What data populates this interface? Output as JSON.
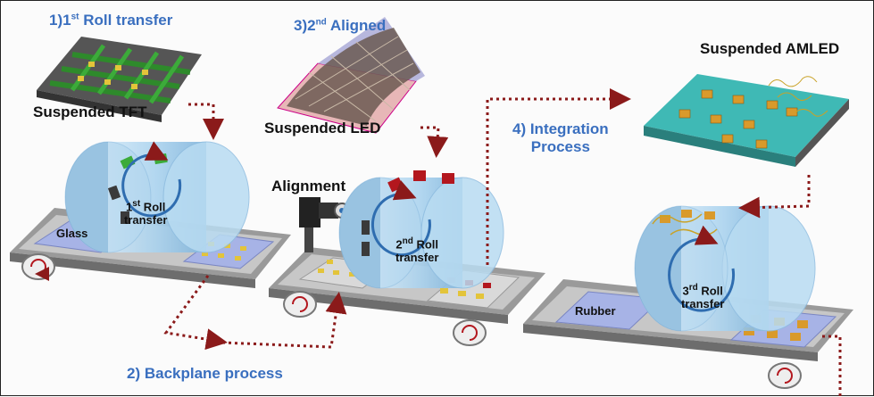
{
  "steps": {
    "s1": {
      "prefix": "1)1",
      "sup": "st",
      "rest": " Roll transfer"
    },
    "s2": "2) Backplane process",
    "s3": {
      "prefix": "3)2",
      "sup": "nd",
      "rest": "  Aligned"
    },
    "s4": {
      "line1": "4) Integration",
      "line2": "Process"
    }
  },
  "components": {
    "tft": "Suspended TFT",
    "led": "Suspended LED",
    "amled": "Suspended AMLED",
    "alignment": "Alignment"
  },
  "substrates": {
    "glass": "Glass",
    "rubber": "Rubber"
  },
  "rollers": {
    "r1": {
      "num": "1",
      "sup": "st",
      "word": " Roll",
      "line2": "transfer"
    },
    "r2": {
      "num": "2",
      "sup": "nd",
      "word": " Roll",
      "line2": "transfer"
    },
    "r3": {
      "num": "3",
      "sup": "rd",
      "word": " Roll",
      "line2": "transfer"
    }
  },
  "colors": {
    "step_text": "#3a6fbf",
    "arrow": "#8b1a1a",
    "roller": "#9cc9e8",
    "tft_green": "#3cab3a",
    "led_red": "#b3171e",
    "amled_cyan": "#3fb9b5",
    "substrate": "#a7b3e6"
  }
}
